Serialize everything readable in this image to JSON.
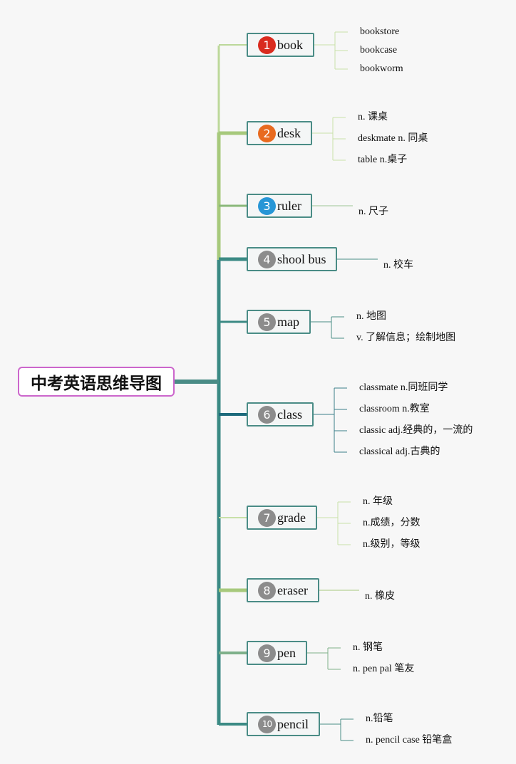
{
  "root": {
    "title": "中考英语思维导图"
  },
  "topics": [
    {
      "badge": "1",
      "label": "book",
      "badge_color": "#d92b1e",
      "definitions": [
        "bookstore",
        "bookcase",
        "bookworm"
      ]
    },
    {
      "badge": "2",
      "label": "desk",
      "badge_color": "#e86a1f",
      "definitions": [
        "n. 课桌",
        "deskmate n. 同桌",
        "table n.桌子"
      ]
    },
    {
      "badge": "3",
      "label": "ruler",
      "badge_color": "#2796d6",
      "definitions": [
        "n. 尺子"
      ]
    },
    {
      "badge": "4",
      "label": "shool bus",
      "badge_color": "#8c8c8c",
      "definitions": [
        "n. 校车"
      ]
    },
    {
      "badge": "5",
      "label": "map",
      "badge_color": "#8c8c8c",
      "definitions": [
        "n. 地图",
        "v. 了解信息；绘制地图"
      ]
    },
    {
      "badge": "6",
      "label": "class",
      "badge_color": "#8c8c8c",
      "definitions": [
        "classmate n.同班同学",
        "classroom n.教室",
        "classic adj.经典的，一流的",
        "classical adj.古典的"
      ]
    },
    {
      "badge": "7",
      "label": "grade",
      "badge_color": "#8c8c8c",
      "definitions": [
        "n. 年级",
        "n.成绩，分数",
        "n.级别，等级"
      ]
    },
    {
      "badge": "8",
      "label": "eraser",
      "badge_color": "#8c8c8c",
      "definitions": [
        "n. 橡皮"
      ]
    },
    {
      "badge": "9",
      "label": "pen",
      "badge_color": "#8c8c8c",
      "definitions": [
        "n. 钢笔",
        "n. pen pal 笔友"
      ]
    },
    {
      "badge": "10",
      "label": "pencil",
      "badge_color": "#8c8c8c",
      "definitions": [
        "n.铅笔",
        "n. pencil case 铅笔盒"
      ]
    }
  ]
}
